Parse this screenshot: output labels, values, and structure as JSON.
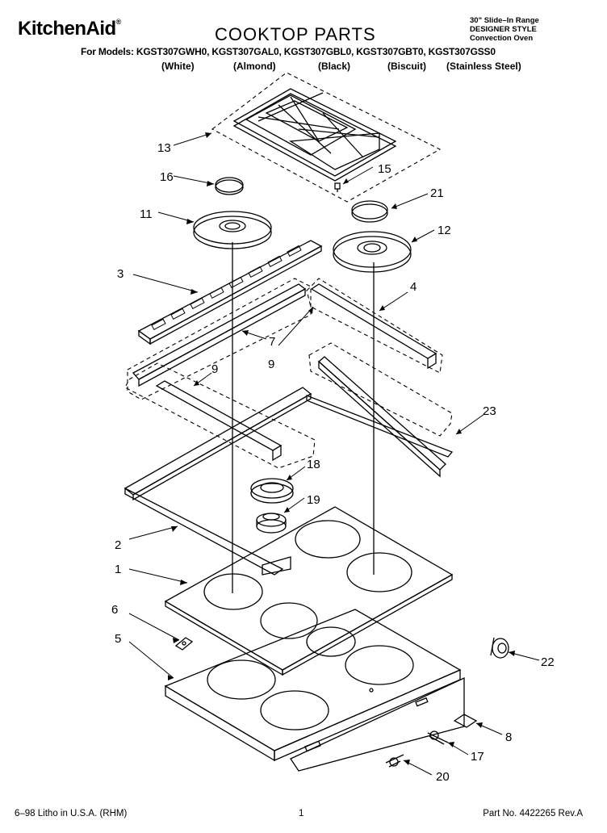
{
  "header": {
    "brand": "KitchenAid",
    "trademark": "®",
    "title": "COOKTOP PARTS",
    "info_lines": [
      "30\" Slide–In Range",
      "DESIGNER STYLE",
      "Convection Oven"
    ],
    "models_text": "For Models: KGST307GWH0, KGST307GAL0, KGST307GBL0, KGST307GBT0, KGST307GSS0",
    "colors": [
      "(White)",
      "(Almond)",
      "(Black)",
      "(Biscuit)",
      "(Stainless Steel)"
    ]
  },
  "callouts": [
    "13",
    "16",
    "15",
    "11",
    "21",
    "12",
    "3",
    "4",
    "7",
    "9",
    "9",
    "23",
    "18",
    "19",
    "2",
    "1",
    "6",
    "5",
    "22",
    "8",
    "17",
    "20"
  ],
  "footer": {
    "left": "6–98 Litho in U.S.A. (RHM)",
    "page": "1",
    "part_no": "Part No. 4422265 Rev.A"
  }
}
